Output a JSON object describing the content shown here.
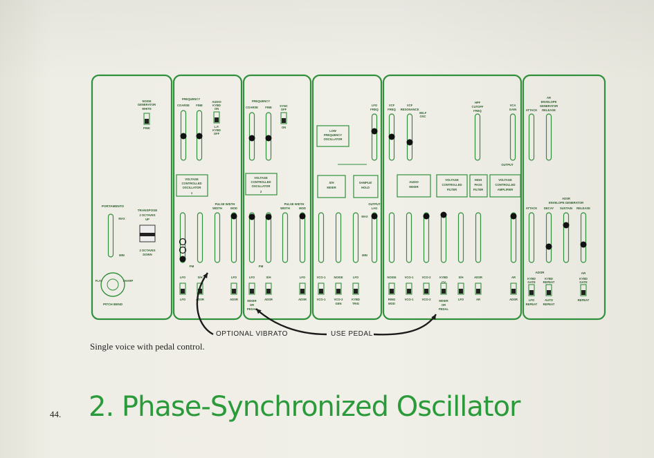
{
  "panel": {
    "modules": [
      {
        "id": "m1",
        "labels": [
          "NOISE",
          "GENERATOR",
          "WHITE",
          "PINK",
          "PORTAMENTO",
          "MAX",
          "MIN",
          "TRANSPOSE",
          "2 OCTAVES",
          "UP",
          "2 OCTAVES",
          "DOWN",
          "FLAT",
          "SHARP",
          "PITCH BEND"
        ]
      },
      {
        "id": "m2",
        "labels": [
          "FREQUENCY",
          "COARSE",
          "FINE",
          "AUDIO",
          "KYBD",
          "ON",
          "L.F.",
          "KYBD",
          "OFF",
          "VOLTAGE",
          "CONTROLLED",
          "OSCILLATOR",
          "1",
          "PULSE WIDTH",
          "WIDTH",
          "MOD",
          "FM",
          "LFO",
          "S/H",
          "LFO",
          "ADSR"
        ]
      },
      {
        "id": "m3",
        "labels": [
          "FREQUENCY",
          "COARSE",
          "FINE",
          "SYNC",
          "OFF",
          "ON",
          "VOLTAGE",
          "CONTROLLED",
          "OSCILLATOR",
          "2",
          "PULSE WIDTH",
          "WIDTH",
          "MOD",
          "FM",
          "LFO",
          "S/H",
          "MIXER",
          "OR",
          "PEDAL",
          "ADSR",
          "LFO",
          "ADSR"
        ]
      },
      {
        "id": "m4",
        "labels": [
          "LFO",
          "FREQ",
          "LOW",
          "FREQUENCY",
          "OSCILLATOR",
          "S/H",
          "MIXER",
          "SAMPLE/",
          "HOLD",
          "OUTPUT",
          "LAG",
          "MAX",
          "MIN",
          "VCO-1",
          "NOISE",
          "LFO",
          "VCO-1",
          "VCO-2",
          "KYBD",
          "GEN",
          "TRIG",
          "TRIG"
        ]
      },
      {
        "id": "m5",
        "labels": [
          "VCF",
          "FREQ",
          "VCF",
          "RESONANCE",
          "SELF",
          "OSC",
          "HPF",
          "CUTOFF",
          "FREQ",
          "VCA",
          "GAIN",
          "OUTPUT",
          "AUDIO",
          "MIXER",
          "VOLTAGE",
          "CONTROLLED",
          "FILTER",
          "HIGH",
          "PASS",
          "FILTER",
          "VOLTAGE",
          "CONTROLLED",
          "AMPLIFIER",
          "NOISE",
          "VCO-1",
          "VCO-2",
          "KYBD",
          "S/H",
          "ADSR",
          "AR",
          "RING",
          "MOD",
          "VCO-1",
          "VCO-2",
          "CV",
          "MIXER",
          "OR",
          "PEDAL",
          "LFO",
          "AR",
          "ADSR"
        ]
      },
      {
        "id": "m6",
        "labels": [
          "AR",
          "ENVELOPE",
          "GENERATOR",
          "ATTACK",
          "RELEASE",
          "ADSR",
          "ENVELOPE GENERATOR",
          "ATTACK",
          "DECAY",
          "SUSTAIN",
          "RELEASE",
          "ADSR",
          "KYBD",
          "GATE",
          "KYBD",
          "REPEAT",
          "LFO",
          "REPEAT",
          "AUTO",
          "REPEAT",
          "AR",
          "KYBD",
          "GATE",
          "REPEAT"
        ]
      }
    ],
    "annotations": {
      "optional_vibrato": "OPTIONAL VIBRATO",
      "use_pedal": "USE PEDAL"
    },
    "accent_color": "#2f8f3b",
    "knob_color": "#111111"
  },
  "caption": "Single voice with pedal control.",
  "page_number": "44.",
  "heading": "2. Phase-Synchronized Oscillator"
}
